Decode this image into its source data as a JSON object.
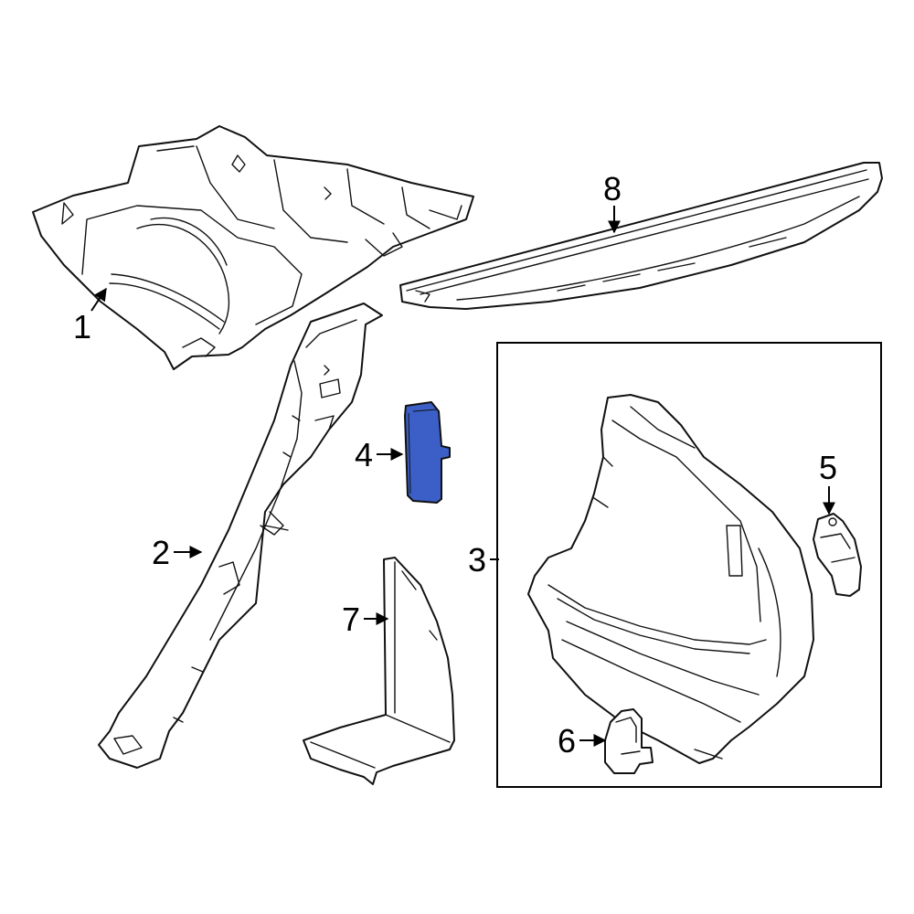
{
  "diagram": {
    "highlight_color": "#3b5fc6",
    "line_color": "#111111",
    "background": "#ffffff"
  },
  "callouts": [
    {
      "id": "1",
      "label": "1"
    },
    {
      "id": "2",
      "label": "2"
    },
    {
      "id": "3",
      "label": "3"
    },
    {
      "id": "4",
      "label": "4"
    },
    {
      "id": "5",
      "label": "5"
    },
    {
      "id": "6",
      "label": "6"
    },
    {
      "id": "7",
      "label": "7"
    },
    {
      "id": "8",
      "label": "8"
    }
  ]
}
